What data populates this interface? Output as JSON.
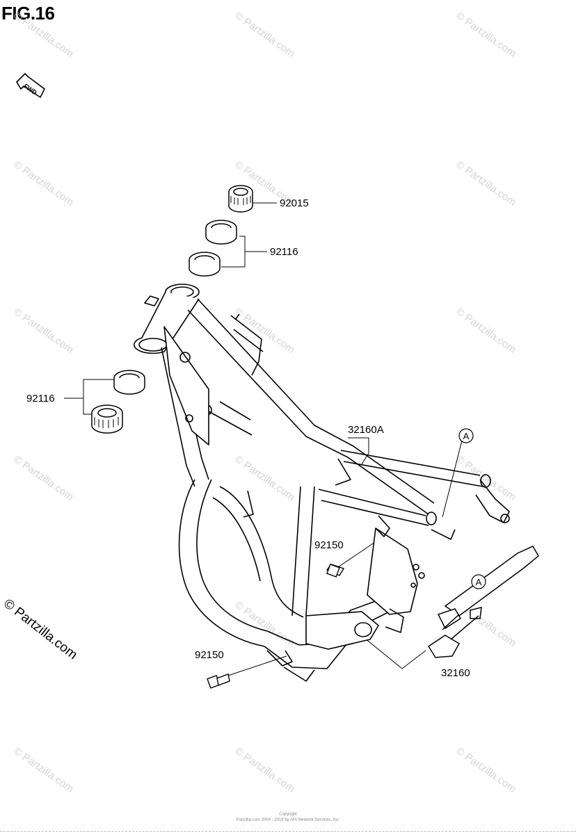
{
  "figure": {
    "title": "FIG.16"
  },
  "direction_marker": {
    "label": "FWD",
    "icon": "forward-arrow-icon"
  },
  "callouts": {
    "p92015": "92015",
    "p92116_top": "92116",
    "p92116_left": "92116",
    "p32160a": "32160A",
    "p92150_mid": "92150",
    "p92150_low": "92150",
    "p32160": "32160",
    "ref_a_top": "A",
    "ref_a_bottom": "A"
  },
  "watermark": {
    "text": "© Partzilla.com"
  },
  "brand": {
    "text": "© Partzilla.com"
  },
  "footer": {
    "line1": "Copyright",
    "line2": "Partzilla.com 2004 - 2019 by ARI Network Services, Inc."
  }
}
